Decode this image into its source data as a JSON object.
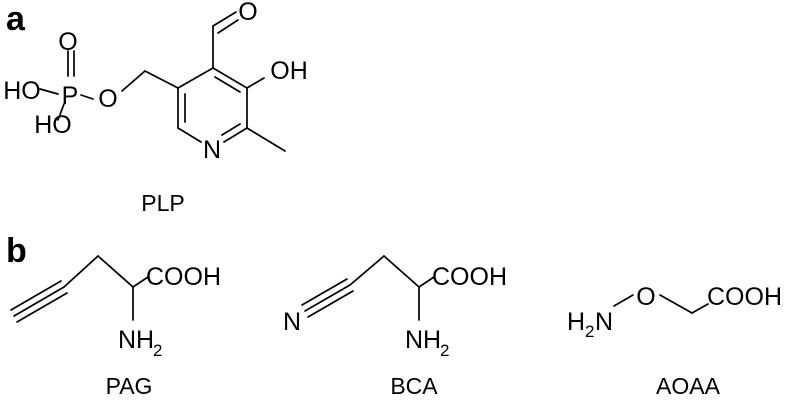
{
  "panels": {
    "a": "a",
    "b": "b"
  },
  "plp": {
    "name": "PLP",
    "atoms": {
      "o_double": "O",
      "p": "P",
      "ho_top": "HO",
      "o_ester": "O",
      "ho_bottom": "HO",
      "n_ring": "N",
      "oh": "OH",
      "o_aldehyde": "O"
    }
  },
  "pag": {
    "name": "PAG",
    "atoms": {
      "cooh": "COOH",
      "nh": "NH",
      "nh_sub": "2"
    }
  },
  "bca": {
    "name": "BCA",
    "atoms": {
      "n_nitrile": "N",
      "cooh": "COOH",
      "nh": "NH",
      "nh_sub": "2"
    }
  },
  "aoaa": {
    "name": "AOAA",
    "atoms": {
      "h": "H",
      "h_sub": "2",
      "n": "N",
      "o": "O",
      "cooh": "COOH"
    }
  }
}
